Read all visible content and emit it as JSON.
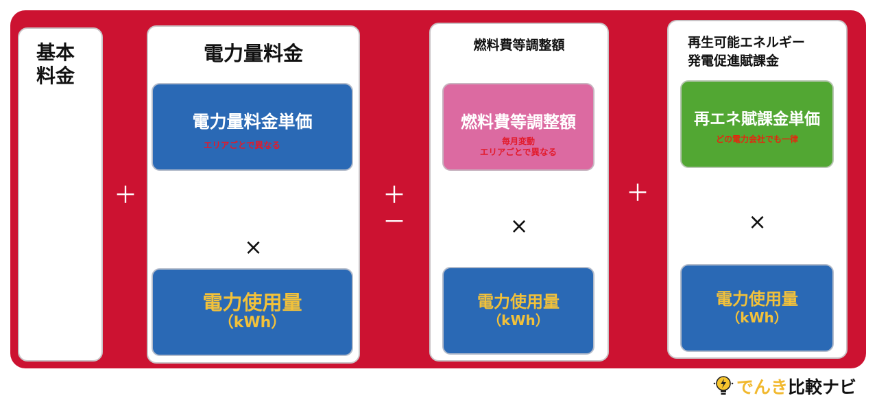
{
  "formula": {
    "base_fee": {
      "title": "基本\n料金"
    },
    "operators": {
      "op1": "＋",
      "op2_plus": "＋",
      "op2_minus": "－",
      "op3": "＋",
      "times": "×"
    },
    "energy_charge": {
      "title": "電力量料金",
      "unit_price": {
        "label": "電力量料金単価",
        "note": "エリアごとで異なる"
      },
      "usage": {
        "label": "電力使用量",
        "unit": "（kWh）"
      }
    },
    "fuel_adjustment": {
      "title": "燃料費等調整額",
      "unit_price": {
        "label": "燃料費等調整額",
        "note_line1": "毎月変動",
        "note_line2": "エリアごとで異なる"
      },
      "usage": {
        "label": "電力使用量",
        "unit": "（kWh）"
      }
    },
    "renewable_levy": {
      "title_line1": "再生可能エネルギー",
      "title_line2": "発電促進賦課金",
      "unit_price": {
        "label": "再エネ賦課金単価",
        "note": "どの電力会社でも一律"
      },
      "usage": {
        "label": "電力使用量",
        "unit": "（kWh）"
      }
    }
  },
  "brand": {
    "kana": "でんき",
    "kanji": "比較ナビ",
    "icon": "lightbulb-bolt-icon"
  },
  "colors": {
    "frame_red": "#cc1231",
    "blue_box": "#2a69b5",
    "pink_box": "#dc6aa1",
    "green_box": "#52a733",
    "usage_text_yellow": "#f2c13a",
    "note_red": "#e21a2a"
  }
}
